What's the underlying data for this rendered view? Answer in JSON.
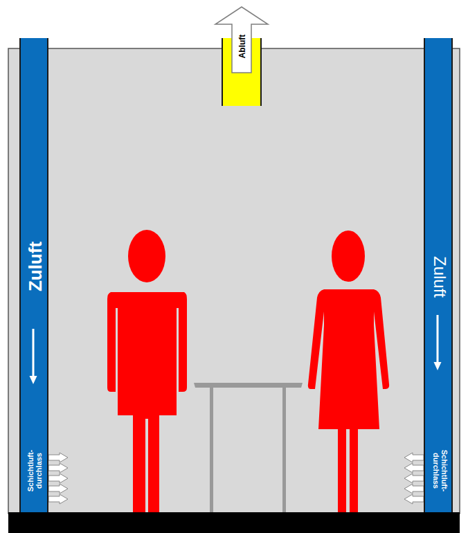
{
  "diagram": {
    "nodes": [
      {
        "text": [
          "Zuluft",
          "Schichtluft- durchlass"
        ]
      },
      {
        "text": [
          "Abluft"
        ]
      },
      {
        "text": [
          "Zuluft",
          "Schichtluft- durchlass"
        ]
      }
    ]
  }
}
